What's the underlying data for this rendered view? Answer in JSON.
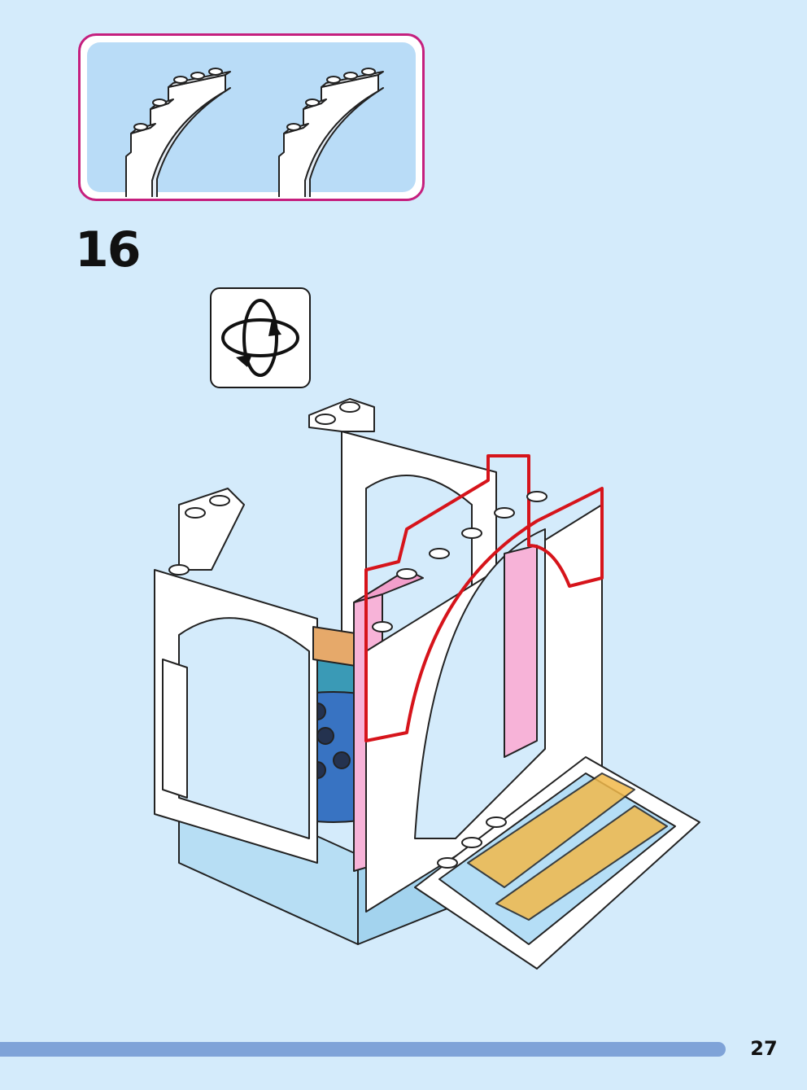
{
  "step": {
    "number": "16"
  },
  "parts_callout": {
    "items": [
      {
        "name": "white-arch-brick",
        "quantity_shown": 1
      },
      {
        "name": "white-arch-brick",
        "quantity_shown": 1
      }
    ]
  },
  "rotate_icon": {
    "icon": "rotate-model-icon"
  },
  "colors": {
    "page_background": "#d4ebfb",
    "callout_border": "#c51f7e",
    "callout_fill": "#b9dcf7",
    "highlight_outline": "#d6141b",
    "footer_bar": "#7fa3d8"
  },
  "footer": {
    "page_number": "27"
  }
}
